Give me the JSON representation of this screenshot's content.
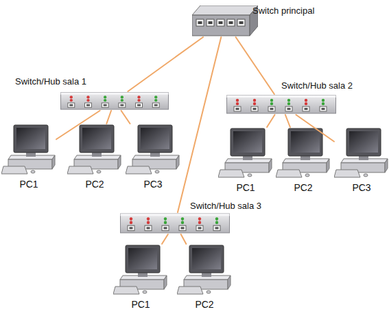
{
  "diagram": {
    "nodes": [
      {
        "text": [
          "Switch principal"
        ]
      },
      {
        "text": [
          "Switch/Hub sala 1"
        ]
      },
      {
        "text": [
          "PC1"
        ]
      },
      {
        "text": [
          "PC2"
        ]
      },
      {
        "text": [
          "PC3"
        ]
      },
      {
        "text": [
          "Switch/Hub sala 2"
        ]
      },
      {
        "text": [
          "PC1"
        ]
      },
      {
        "text": [
          "PC2"
        ]
      },
      {
        "text": [
          "PC3"
        ]
      },
      {
        "text": [
          "Switch/Hub sala 3"
        ]
      },
      {
        "text": [
          "PC1"
        ]
      },
      {
        "text": [
          "PC2"
        ]
      }
    ],
    "edges": [
      {
        "from": 0,
        "to": 1,
        "arrow": "none"
      },
      {
        "from": 0,
        "to": 5,
        "arrow": "none"
      },
      {
        "from": 0,
        "to": 9,
        "arrow": "none"
      },
      {
        "from": 1,
        "to": 2,
        "arrow": "none"
      },
      {
        "from": 1,
        "to": 3,
        "arrow": "none"
      },
      {
        "from": 1,
        "to": 4,
        "arrow": "none"
      },
      {
        "from": 5,
        "to": 6,
        "arrow": "none"
      },
      {
        "from": 5,
        "to": 7,
        "arrow": "none"
      },
      {
        "from": 5,
        "to": 8,
        "arrow": "none"
      },
      {
        "from": 9,
        "to": 10,
        "arrow": "none"
      },
      {
        "from": 9,
        "to": 11,
        "arrow": "none"
      }
    ]
  }
}
